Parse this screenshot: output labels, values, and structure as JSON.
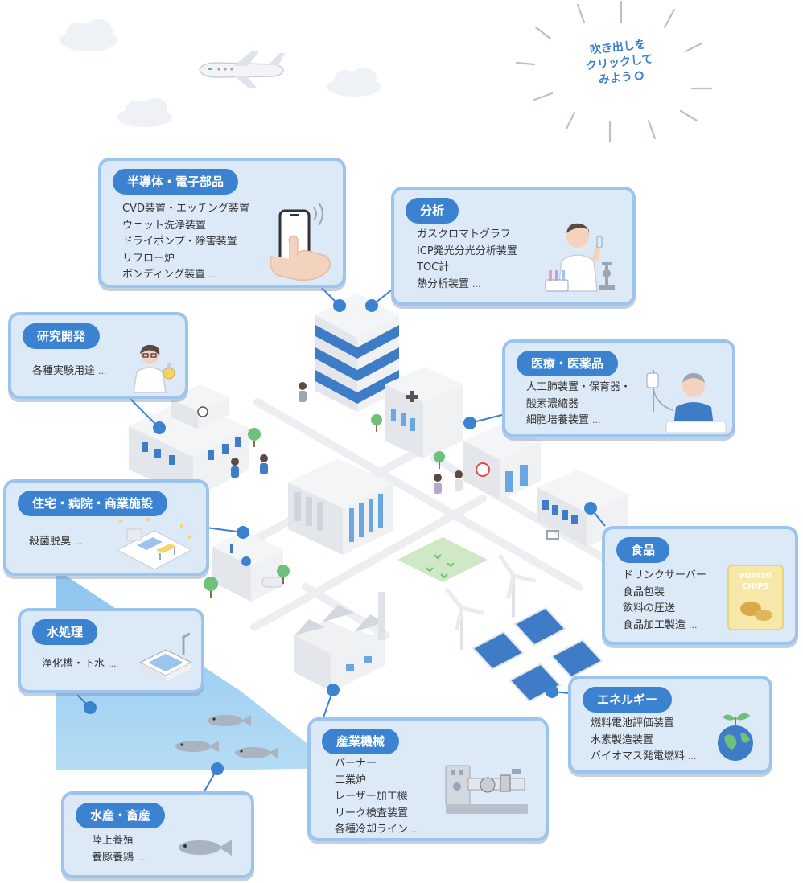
{
  "hint": {
    "line1": "吹き出しを",
    "line2": "クリックして",
    "line3": "みよう"
  },
  "more_marker": "...",
  "cards": {
    "semiconductor": {
      "title": "半導体・電子部品",
      "items": [
        "CVD装置・エッチング装置",
        "ウェット洗浄装置",
        "ドライポンプ・除害装置",
        "リフロー炉",
        "ボンディング装置"
      ]
    },
    "analysis": {
      "title": "分析",
      "items": [
        "ガスクロマトグラフ",
        "ICP発光分光分析装置",
        "TOC計",
        "熱分析装置"
      ]
    },
    "rnd": {
      "title": "研究開発",
      "items": [
        "各種実験用途"
      ]
    },
    "medical": {
      "title": "医療・医薬品",
      "items": [
        "人工肺装置・保育器・",
        "酸素濃縮器",
        "細胞培養装置"
      ]
    },
    "housing": {
      "title": "住宅・病院・商業施設",
      "items": [
        "殺菌脱臭"
      ]
    },
    "food": {
      "title": "食品",
      "items": [
        "ドリンクサーバー",
        "食品包装",
        "飲料の圧送",
        "食品加工製造"
      ],
      "chips_label_1": "POTATO",
      "chips_label_2": "CHIPS"
    },
    "water": {
      "title": "水処理",
      "items": [
        "浄化槽・下水"
      ]
    },
    "energy": {
      "title": "エネルギー",
      "items": [
        "燃料電池評価装置",
        "水素製造装置",
        "バイオマス発電燃料"
      ]
    },
    "industrial": {
      "title": "産業機械",
      "items": [
        "バーナー",
        "工業炉",
        "レーザー加工機",
        "リーク検査装置",
        "各種冷却ライン"
      ]
    },
    "fisheries": {
      "title": "水産・畜産",
      "items": [
        "陸上養殖",
        "養豚養鶏"
      ]
    }
  },
  "colors": {
    "accent": "#3b82d1",
    "card_bg": "#dce9f7",
    "card_border": "#9dc4ec",
    "water": "#9fcff0",
    "panel": "#3f7cc8"
  }
}
